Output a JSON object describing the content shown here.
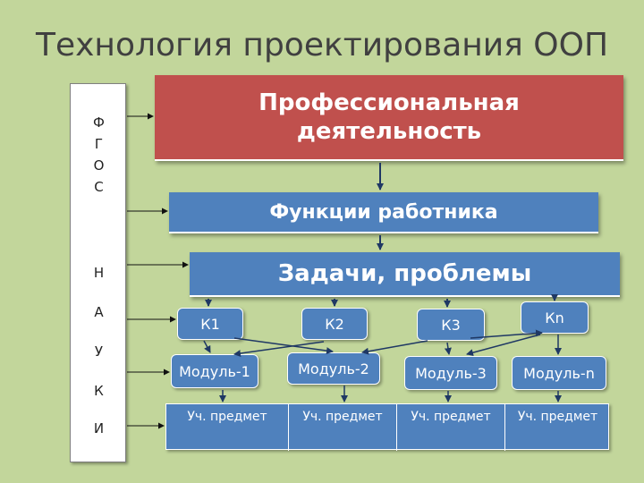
{
  "title": "Технология проектирования ООП",
  "left_bar": {
    "letters_top": [
      "Ф",
      "Г",
      "О",
      "С"
    ],
    "letters_bottom": [
      "Н",
      "А",
      "У",
      "К",
      "И"
    ]
  },
  "professional": "Профессиональная деятельность",
  "functions": "Функции работника",
  "tasks": "Задачи, проблемы",
  "competencies": [
    "К1",
    "К2",
    "К3",
    "Кn"
  ],
  "modules": [
    "Модуль-1",
    "Модуль-2",
    "Модуль-3",
    "Модуль-n"
  ],
  "subjects": [
    "Уч. предмет",
    "Уч. предмет",
    "Уч. предмет",
    "Уч. предмет"
  ],
  "colors": {
    "background": "#c2d69b",
    "red_box": "#c0504d",
    "blue_box": "#4f81bd"
  }
}
